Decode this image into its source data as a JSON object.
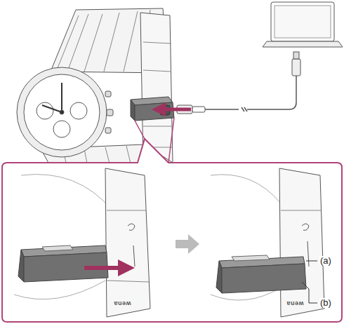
{
  "diagram": {
    "labels": [
      "(a)",
      "(b)",
      "wena",
      "wena"
    ]
  }
}
